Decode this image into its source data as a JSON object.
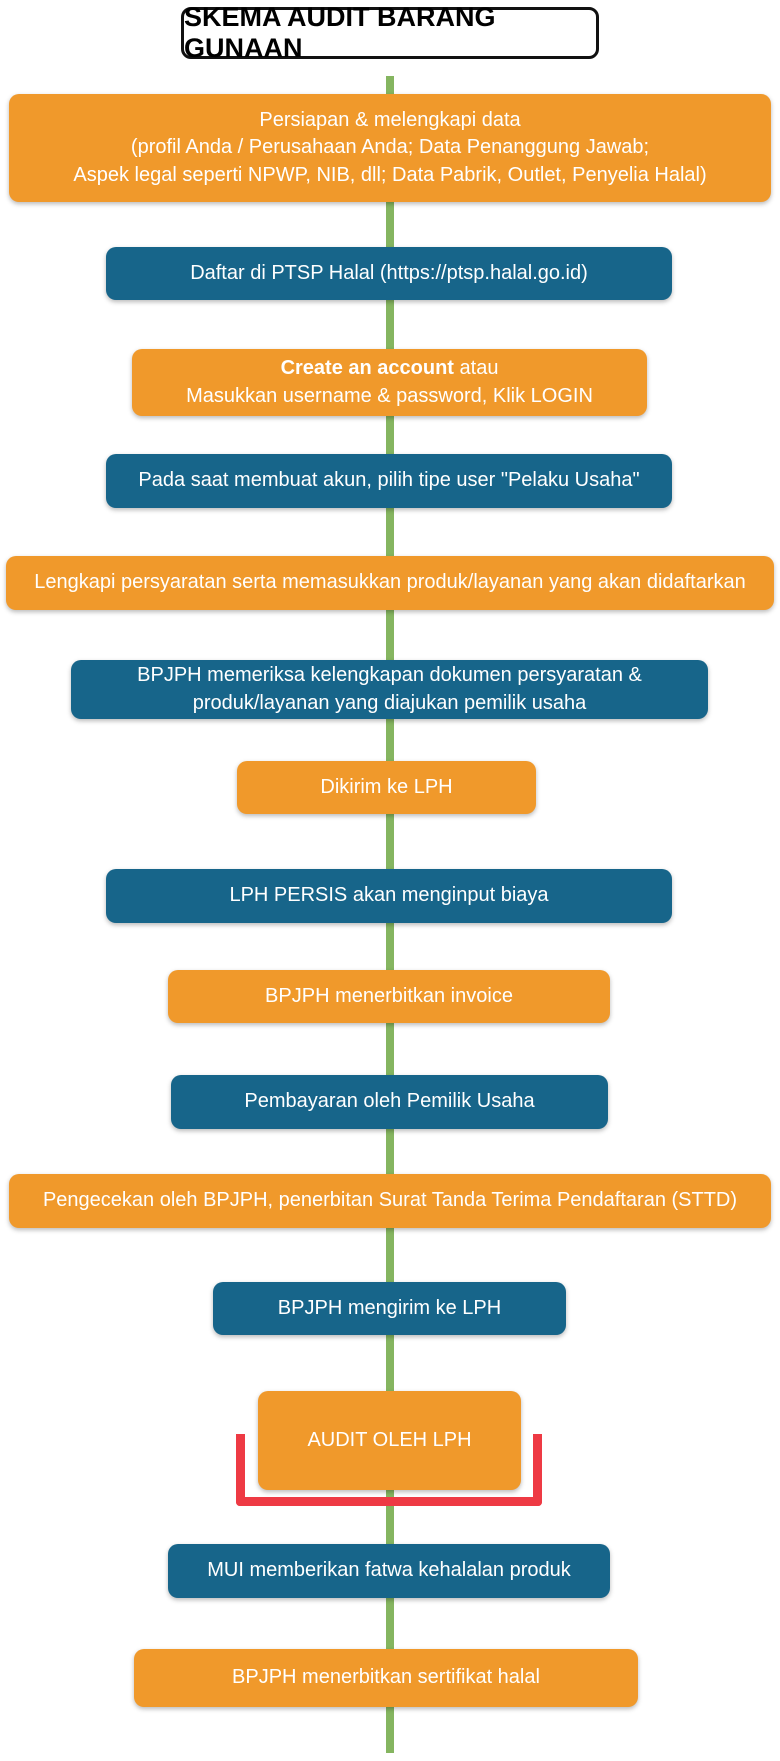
{
  "title": "SKEMA AUDIT BARANG GUNAAN",
  "colors": {
    "orange_box": "#F0992B",
    "teal_box": "#17658A",
    "spine_green": "#85B560",
    "bracket_red": "#EE3A44"
  },
  "steps": [
    {
      "color": "orange",
      "lines": [
        "Persiapan & melengkapi data",
        "(profil Anda / Perusahaan Anda; Data Penanggung Jawab;",
        "Aspek legal seperti NPWP, NIB, dll; Data Pabrik, Outlet, Penyelia Halal)"
      ]
    },
    {
      "color": "teal",
      "lines": [
        "Daftar di PTSP Halal (https://ptsp.halal.go.id)"
      ]
    },
    {
      "color": "orange",
      "line1_bold": "Create an account",
      "line1_rest": " atau",
      "line2": "Masukkan username & password, Klik LOGIN"
    },
    {
      "color": "teal",
      "lines": [
        "Pada saat membuat akun, pilih tipe user \"Pelaku Usaha\""
      ]
    },
    {
      "color": "orange",
      "lines": [
        "Lengkapi persyaratan serta memasukkan produk/layanan yang akan didaftarkan"
      ]
    },
    {
      "color": "teal",
      "lines": [
        "BPJPH memeriksa kelengkapan dokumen persyaratan &",
        "produk/layanan yang diajukan pemilik usaha"
      ]
    },
    {
      "color": "orange",
      "lines": [
        "Dikirim ke LPH"
      ]
    },
    {
      "color": "teal",
      "lines": [
        "LPH PERSIS akan menginput biaya"
      ]
    },
    {
      "color": "orange",
      "lines": [
        "BPJPH menerbitkan invoice"
      ]
    },
    {
      "color": "teal",
      "lines": [
        "Pembayaran oleh Pemilik Usaha"
      ]
    },
    {
      "color": "orange",
      "lines": [
        "Pengecekan oleh BPJPH, penerbitan Surat Tanda Terima Pendaftaran (STTD)"
      ]
    },
    {
      "color": "teal",
      "lines": [
        "BPJPH mengirim ke LPH"
      ]
    },
    {
      "color": "orange",
      "lines": [
        "AUDIT OLEH LPH"
      ]
    },
    {
      "color": "teal",
      "lines": [
        "MUI memberikan fatwa kehalalan produk"
      ]
    },
    {
      "color": "orange",
      "lines": [
        "BPJPH menerbitkan sertifikat halal"
      ]
    }
  ]
}
